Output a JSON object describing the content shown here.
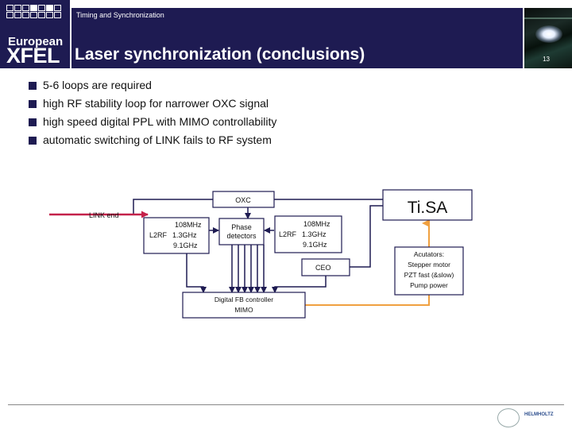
{
  "header": {
    "logo_line1": "European",
    "logo_line2": "XFEL",
    "subtitle": "Timing and Synchronization",
    "title": "Laser synchronization (conclusions)",
    "page_number": "13"
  },
  "bullets": [
    "5-6 loops are required",
    "high RF stability loop for narrower OXC signal",
    "high speed digital PPL with MIMO controllability",
    "automatic switching of LINK fails  to RF system"
  ],
  "diagram": {
    "oxc": "OXC",
    "tisa": "Ti.SA",
    "link_end": "LINK end",
    "left_box": {
      "l1": "108MHz",
      "prefix": "L2RF",
      "l2": "1.3GHz",
      "l3": "9.1GHz"
    },
    "phase_box": {
      "l1": "Phase",
      "l2": "detectors"
    },
    "right_box": {
      "l1": "108MHz",
      "prefix": "L2RF",
      "l2": "1.3GHz",
      "l3": "9.1GHz"
    },
    "ceo": "CEO",
    "fb_box": {
      "l1": "Digital FB controller",
      "l2": "MIMO"
    },
    "actuators": {
      "l1": "Acutators:",
      "l2": "Stepper motor",
      "l3": "PZT fast (&slow)",
      "l4": "Pump power"
    }
  },
  "colors": {
    "brand": "#1e1b52",
    "arrow_red": "#c4224a",
    "arrow_orange": "#f0a040"
  },
  "footer": {
    "partner_text": "HELMHOLTZ"
  }
}
